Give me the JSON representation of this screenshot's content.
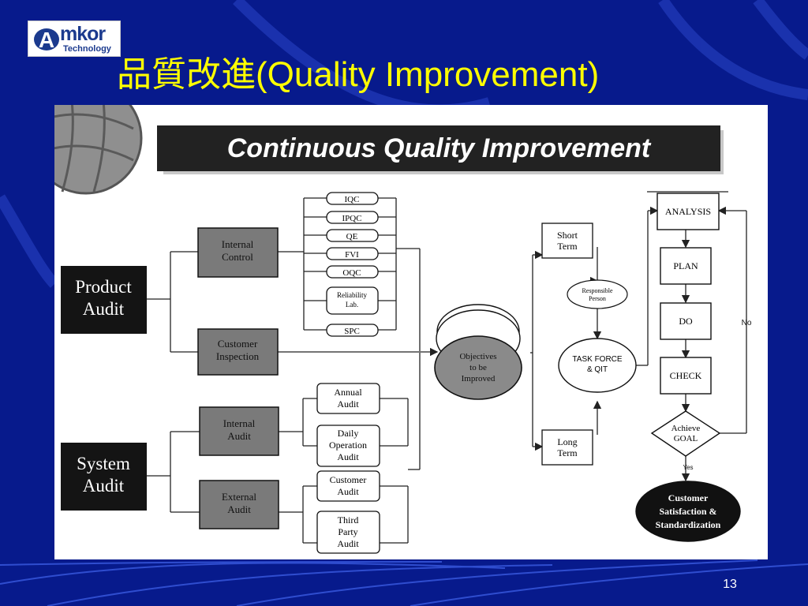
{
  "logo": {
    "word": "mkor",
    "letter": "A",
    "sub": "Technology"
  },
  "slide": {
    "title": "品質改進(Quality Improvement)",
    "page_number": "13"
  },
  "diagram": {
    "banner": "Continuous Quality Improvement",
    "product_audit": "Product Audit",
    "system_audit": "System Audit",
    "internal_control": "Internal Control",
    "customer_inspection": "Customer Inspection",
    "internal_audit": "Internal Audit",
    "external_audit": "External Audit",
    "control_items": [
      "IQC",
      "IPQC",
      "QE",
      "FVI",
      "OQC",
      "Reliability Lab.",
      "SPC"
    ],
    "internal_audit_items": [
      "Annual Audit",
      "Daily Operation Audit"
    ],
    "external_audit_items": [
      "Customer Audit",
      "Third Party Audit"
    ],
    "objectives": "Objectives to be Improved",
    "short_term": "Short Term",
    "long_term": "Long Term",
    "responsible_person": "Responsible Person",
    "task_force": "TASK FORCE & QIT",
    "cycle": [
      "ANALYSIS",
      "PLAN",
      "DO",
      "CHECK"
    ],
    "achieve_goal": "Achieve GOAL",
    "no_label": "No",
    "yes_label": "Yes",
    "customer_satisfaction": "Customer Satisfaction & Standardization"
  },
  "colors": {
    "background": "#071a8c",
    "title": "#ffff00",
    "panel": "#ffffff"
  }
}
